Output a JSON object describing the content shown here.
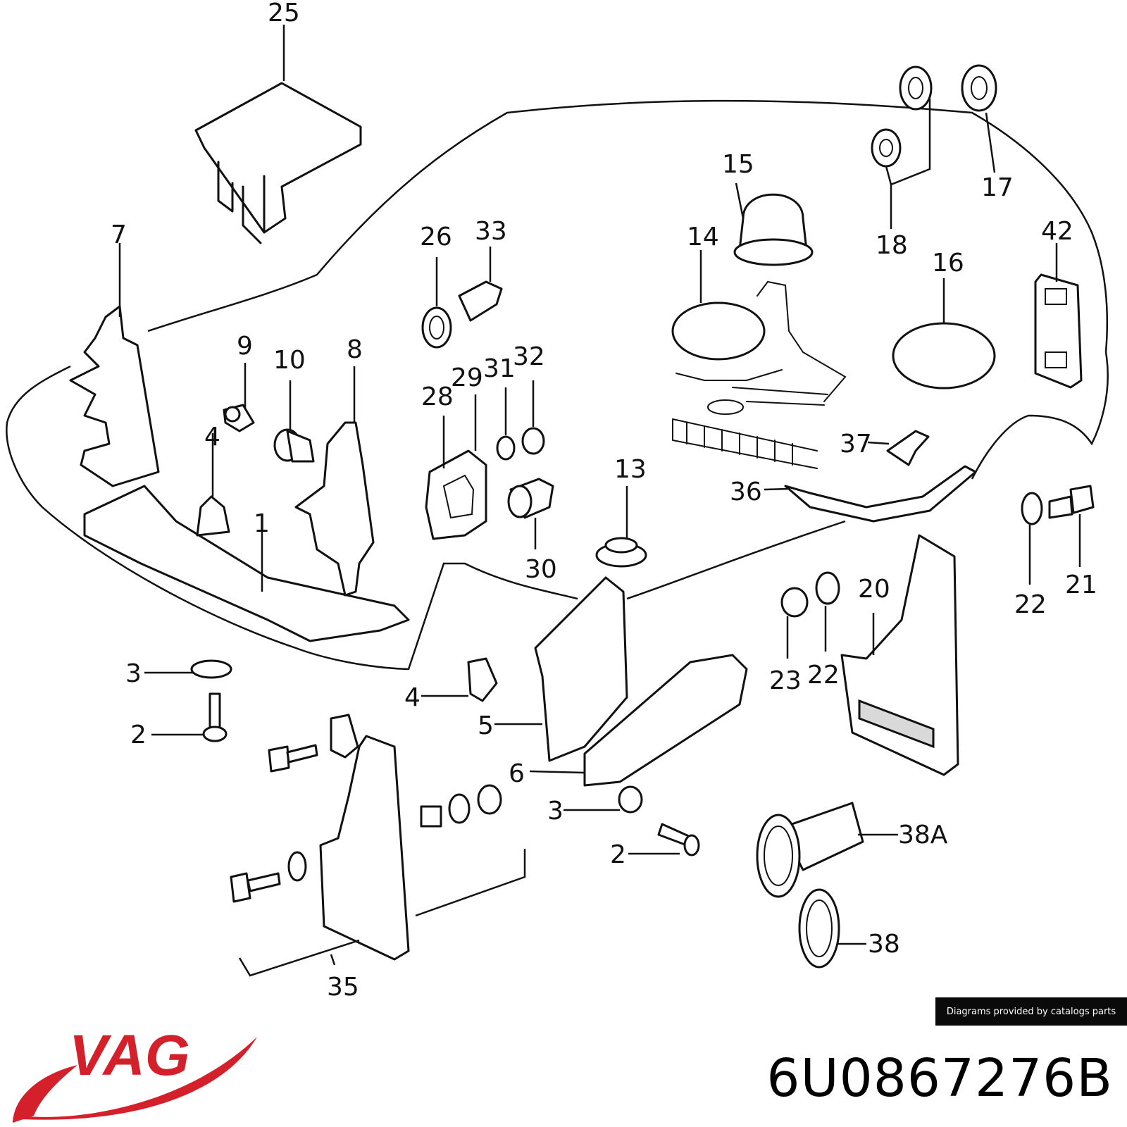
{
  "diagram": {
    "callouts": [
      "25",
      "7",
      "9",
      "10",
      "8",
      "4",
      "1",
      "26",
      "33",
      "28",
      "29",
      "31",
      "32",
      "30",
      "13",
      "15",
      "14",
      "18",
      "17",
      "16",
      "42",
      "37",
      "36",
      "22",
      "21",
      "20",
      "23",
      "22",
      "3",
      "2",
      "4",
      "5",
      "6",
      "3",
      "2",
      "38A",
      "38",
      "35"
    ]
  },
  "credit": "Diagrams provided by catalogs parts",
  "part_number": "6U0867276B",
  "brand": {
    "logo_text": "VAG",
    "color": "#d3202b"
  }
}
